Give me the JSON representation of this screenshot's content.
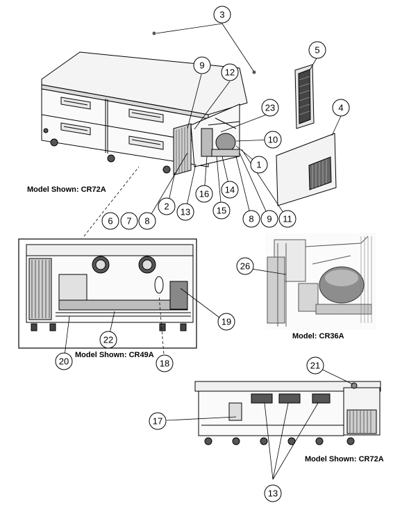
{
  "captions": {
    "top_model": "Model Shown: CR72A",
    "mid_left_model": "Model Shown: CR49A",
    "mid_right_model": "Model: CR36A",
    "bottom_model": "Model Shown: CR72A"
  },
  "callouts": {
    "c1": "1",
    "c2": "2",
    "c3": "3",
    "c4": "4",
    "c5": "5",
    "c6": "6",
    "c7": "7",
    "c8a": "8",
    "c8b": "8",
    "c9a": "9",
    "c9b": "9",
    "c10": "10",
    "c11": "11",
    "c12": "12",
    "c13a": "13",
    "c13b": "13",
    "c14": "14",
    "c15": "15",
    "c16": "16",
    "c17": "17",
    "c18": "18",
    "c19": "19",
    "c20": "20",
    "c21": "21",
    "c22": "22",
    "c23": "23",
    "c26": "26"
  }
}
